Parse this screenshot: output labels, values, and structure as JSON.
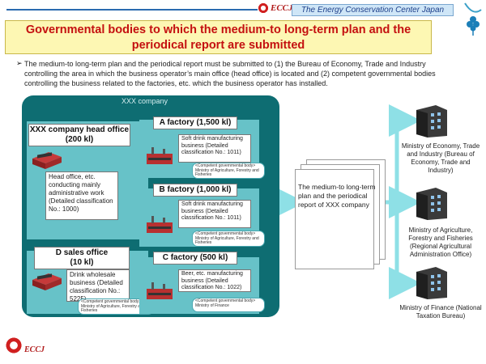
{
  "header": {
    "logo_text": "ECCJ",
    "org_name": "The Energy Conservation Center Japan"
  },
  "title": {
    "line1": "Governmental bodies to which the medium-to long-term plan and the",
    "line2": "periodical report are submitted"
  },
  "intro": {
    "bullet": "➢",
    "text": "The medium-to long-term plan and the periodical report must be submitted to (1) the Bureau of Economy, Trade and Industry controlling the area in which the business operator’s main office (head office) is located and (2) competent governmental bodies controlling the business related to the factories, etc. which the business operator has installed."
  },
  "company": {
    "label": "XXX company",
    "head_office": {
      "title_line1": "XXX company head office",
      "title_line2": "(200 kl)",
      "description": "Head office, etc. conducting mainly administrative work (Detailed classification No.: 1000)"
    },
    "a_factory": {
      "title": "A factory (1,500 kl)",
      "description": "Soft drink manufacturing business (Detailed classification No.: 1011)",
      "callout": "<Competent governmental body> Ministry of Agriculture, Forestry and Fisheries"
    },
    "b_factory": {
      "title": "B factory (1,000 kl)",
      "description": "Soft drink manufacturing business (Detailed classification No.: 1011)",
      "callout": "<Competent governmental body> Ministry of Agriculture, Forestry and Fisheries"
    },
    "d_office": {
      "title_line1": "D sales office",
      "title_line2": "(10 kl)",
      "description": "Drink wholesale business (Detailed classification No.: 5225)",
      "callout": "<Competent governmental body> Ministry of Agriculture, Forestry and Fisheries"
    },
    "c_factory": {
      "title": "C factory (500 kl)",
      "description": "Beer, etc. manufacturing business (Detailed classification No.: 1022)",
      "callout": "<Competent governmental body> Ministry of Finance"
    }
  },
  "report": {
    "text": "The medium-to long-term plan and the periodical report of XXX company"
  },
  "ministries": [
    {
      "label": "Ministry of Economy, Trade and Industry (Bureau of Economy, Trade and Industry)"
    },
    {
      "label": "Ministry of Agriculture, Forestry and Fisheries (Regional Agricultural Administration Office)"
    },
    {
      "label": "Ministry of Finance (National Taxation Bureau)"
    }
  ],
  "footer": {
    "logo_text": "ECCJ"
  },
  "colors": {
    "company_bg": "#0e6d72",
    "unit_bg": "#67c2c8",
    "arrow": "#8ee0e6",
    "title_text": "#c41010",
    "title_bg": "#fdf7b3"
  }
}
